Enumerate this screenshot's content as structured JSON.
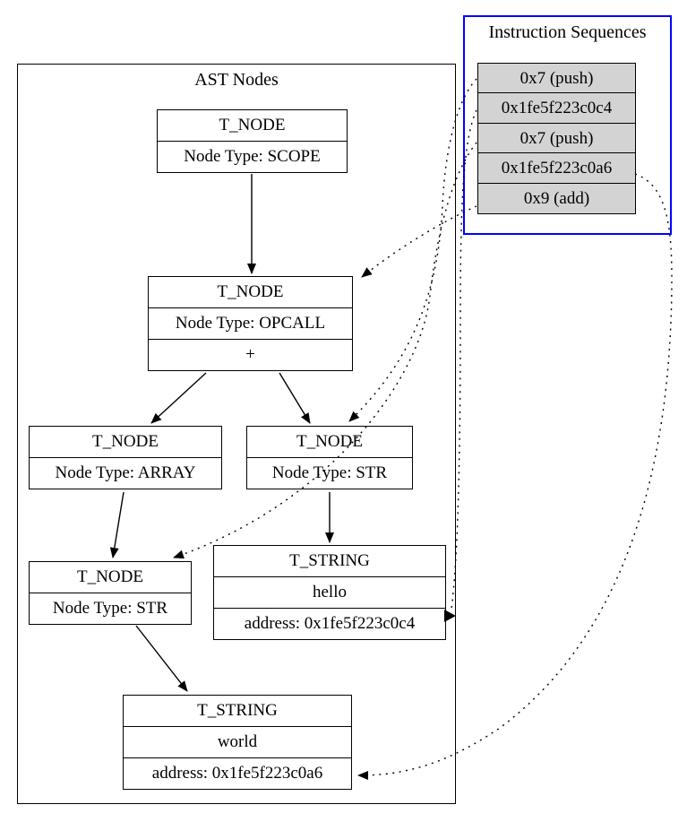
{
  "ast_cluster": {
    "title": "AST Nodes"
  },
  "iseq_cluster": {
    "title": "Instruction Sequences",
    "rows": [
      "0x7 (push)",
      "0x1fe5f223c0c4",
      "0x7 (push)",
      "0x1fe5f223c0a6",
      "0x9 (add)"
    ]
  },
  "nodes": {
    "scope": {
      "rows": [
        "T_NODE",
        "Node Type: SCOPE"
      ]
    },
    "opcall": {
      "rows": [
        "T_NODE",
        "Node Type: OPCALL",
        "+"
      ]
    },
    "array": {
      "rows": [
        "T_NODE",
        "Node Type: ARRAY"
      ]
    },
    "str_right": {
      "rows": [
        "T_NODE",
        "Node Type: STR"
      ]
    },
    "str_lower": {
      "rows": [
        "T_NODE",
        "Node Type: STR"
      ]
    },
    "string_hello": {
      "rows": [
        "T_STRING",
        "hello",
        "address: 0x1fe5f223c0c4"
      ]
    },
    "string_world": {
      "rows": [
        "T_STRING",
        "world",
        "address: 0x1fe5f223c0a6"
      ]
    }
  },
  "edges": {
    "solid": [
      {
        "from": "scope",
        "to": "opcall"
      },
      {
        "from": "opcall",
        "to": "array"
      },
      {
        "from": "opcall",
        "to": "str_right"
      },
      {
        "from": "str_right",
        "to": "string_hello"
      },
      {
        "from": "array",
        "to": "str_lower"
      },
      {
        "from": "str_lower",
        "to": "string_world"
      }
    ],
    "dotted": [
      {
        "from": "iseq_row_0x7_push_1",
        "to": "str_right"
      },
      {
        "from": "iseq_row_0x1fe5f223c0c4",
        "to": "string_hello_address"
      },
      {
        "from": "iseq_row_0x7_push_2",
        "to": "str_lower"
      },
      {
        "from": "iseq_row_0x1fe5f223c0a6",
        "to": "string_world_address"
      },
      {
        "from": "iseq_row_0x9_add",
        "to": "opcall"
      }
    ]
  },
  "colors": {
    "background": "#ffffff",
    "node_border": "#000000",
    "iseq_cluster_border": "#0000ff",
    "iseq_row_fill": "#d3d3d3",
    "edge": "#000000"
  }
}
